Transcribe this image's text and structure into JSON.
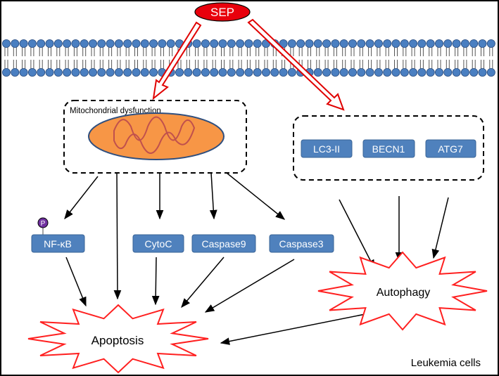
{
  "signal": {
    "label": "SEP"
  },
  "mito_box": {
    "title": "Mitochondrial dysfunction"
  },
  "autophagy_box": {
    "markers": [
      "LC3-II",
      "BECN1",
      "ATG7"
    ]
  },
  "apoptosis_nodes": {
    "nfkb": "NF-κB",
    "phospho": "P",
    "cytoc": "CytoC",
    "caspase9": "Caspase9",
    "caspase3": "Caspase3"
  },
  "outcomes": {
    "apoptosis": "Apoptosis",
    "autophagy": "Autophagy"
  },
  "footer": {
    "cell_type": "Leukemia cells"
  },
  "colors": {
    "sep_fill": "#e8000c",
    "lipid_head": "#4a7fc1",
    "node_fill": "#4f81bd",
    "mito_fill": "#f79646",
    "mito_crista": "#c0504d",
    "phospho_fill": "#7030a0",
    "burst_stroke": "#ff2020",
    "arrow": "#000000"
  }
}
